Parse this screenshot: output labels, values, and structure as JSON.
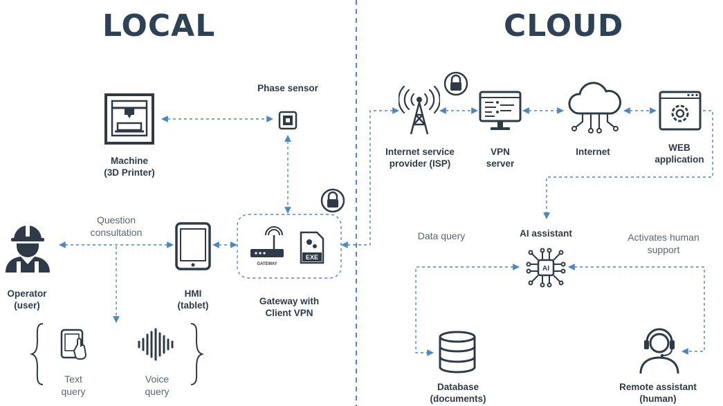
{
  "headings": {
    "local": "LOCAL",
    "cloud": "CLOUD"
  },
  "nodes": {
    "machine": {
      "line1": "Machine",
      "line2": "(3D Printer)"
    },
    "phase_sensor": {
      "label": "Phase sensor"
    },
    "operator": {
      "line1": "Operator",
      "line2": "(user)"
    },
    "hmi": {
      "line1": "HMI",
      "line2": "(tablet)"
    },
    "gateway": {
      "line1": "Gateway with",
      "line2": "Client VPN",
      "device_text": "GATEWAY",
      "exe_text": "EXE"
    },
    "isp": {
      "line1": "Internet service",
      "line2": "provider (ISP)"
    },
    "vpn": {
      "line1": "VPN",
      "line2": "server"
    },
    "internet": {
      "label": "Internet"
    },
    "web": {
      "line1": "WEB",
      "line2": "application"
    },
    "ai": {
      "label": "AI assistant",
      "chip_text": "AI"
    },
    "database": {
      "line1": "Database",
      "line2": "(documents)"
    },
    "remote": {
      "line1": "Remote assistant",
      "line2": "(human)"
    }
  },
  "notes": {
    "question": {
      "line1": "Question",
      "line2": "consultation"
    },
    "text_query": {
      "line1": "Text",
      "line2": "query"
    },
    "voice_query": {
      "line1": "Voice",
      "line2": "query"
    },
    "data_query": {
      "label": "Data query"
    },
    "activates": {
      "line1": "Activates human",
      "line2": "support"
    }
  },
  "colors": {
    "connector": "#4a86c8",
    "icon": "#2e3a47",
    "heading": "#2e4257",
    "divider": "#4a86c8"
  }
}
